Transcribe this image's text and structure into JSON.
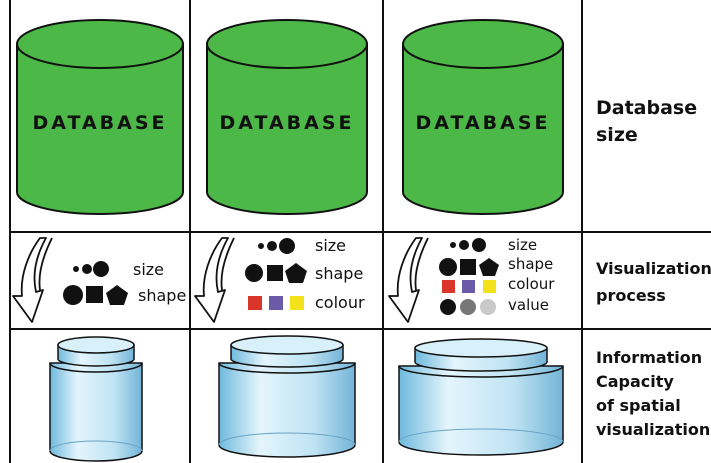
{
  "database": {
    "label": "DATABASE",
    "color": "#4cb847"
  },
  "row_labels": {
    "database_size": [
      "Database",
      "size"
    ],
    "visualization_process": [
      "Visualization",
      "process"
    ],
    "information_capacity": [
      "Information",
      "Capacity",
      "of spatial",
      "visualization"
    ]
  },
  "columns": [
    {
      "encodings": [
        "size",
        "shape"
      ]
    },
    {
      "encodings": [
        "size",
        "shape",
        "colour"
      ]
    },
    {
      "encodings": [
        "size",
        "shape",
        "colour",
        "value"
      ]
    }
  ],
  "colour_swatches": [
    "#d9352b",
    "#6a5aa8",
    "#f3e21a"
  ],
  "value_swatches": [
    "#111111",
    "#777777",
    "#c9c9c9"
  ],
  "jar_color": "#aadcef"
}
